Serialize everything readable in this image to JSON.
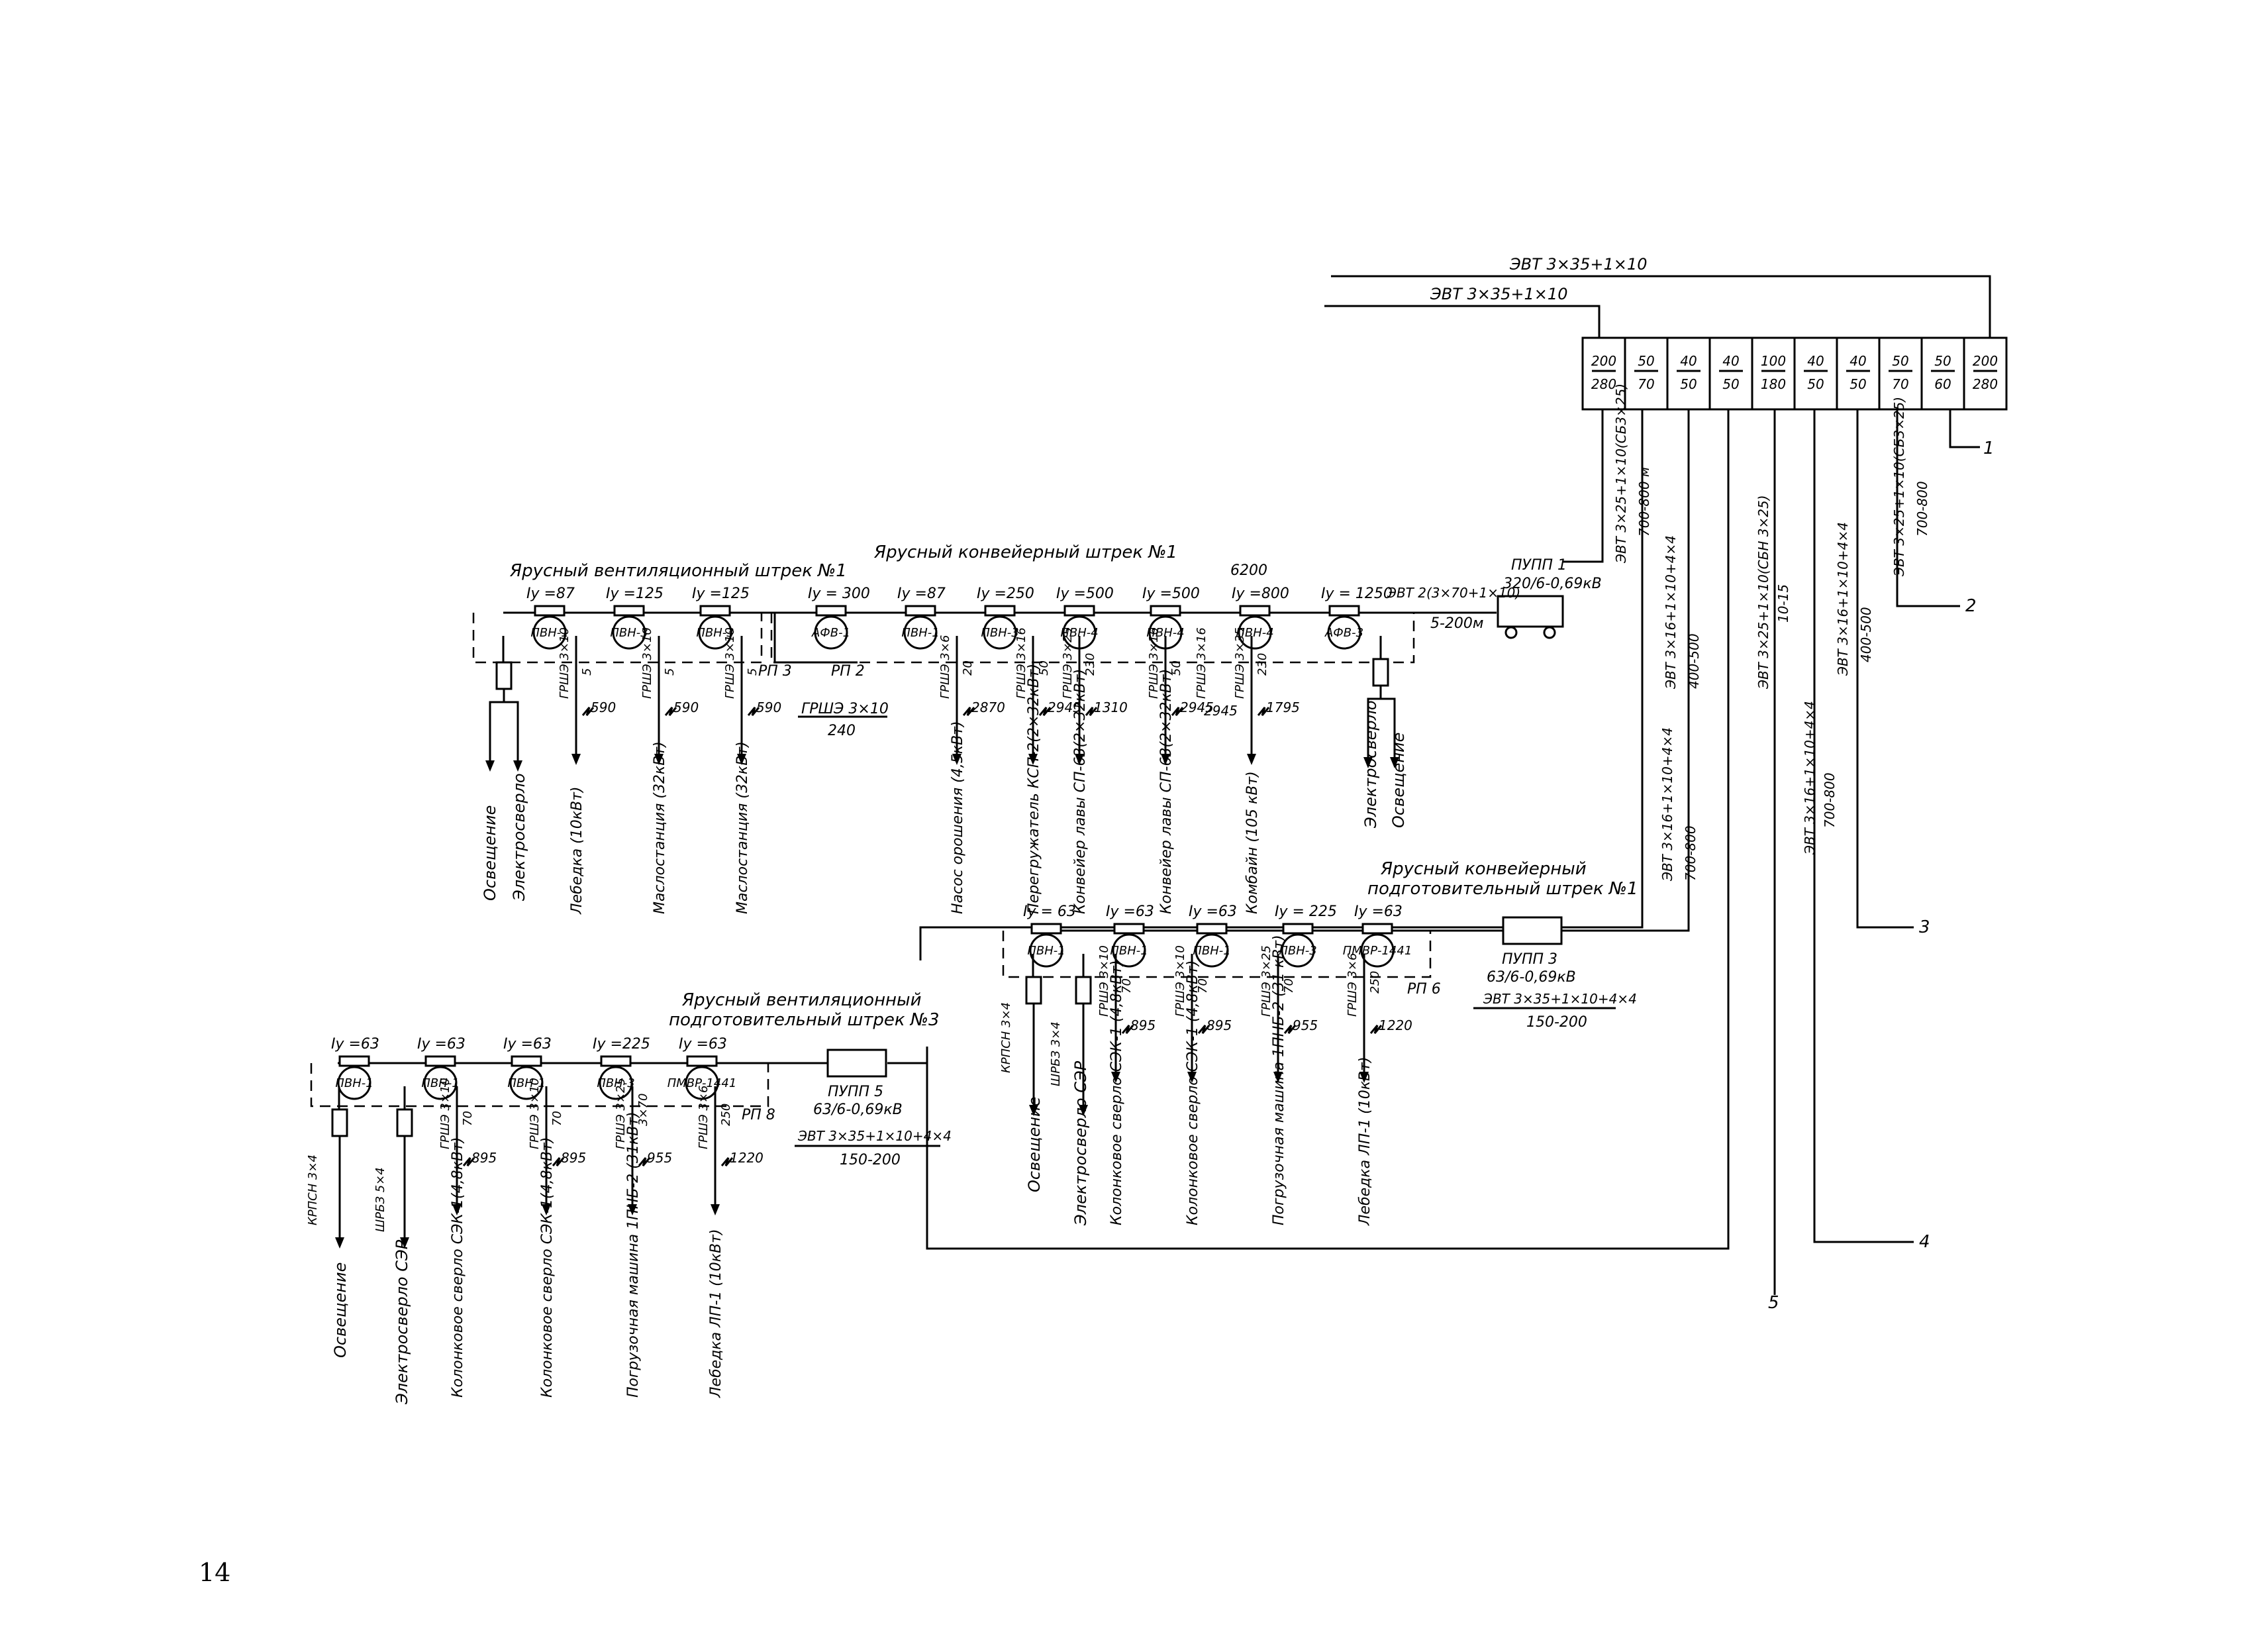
{
  "page_number": "14",
  "top_section": {
    "cable_top_1": "ЭВТ 3×35+1×10",
    "cable_top_2": "ЭВТ 3×35+1×10",
    "panel": [
      {
        "num": "200",
        "den": "280"
      },
      {
        "num": "50",
        "den": "70"
      },
      {
        "num": "40",
        "den": "50"
      },
      {
        "num": "40",
        "den": "50"
      },
      {
        "num": "100",
        "den": "180"
      },
      {
        "num": "40",
        "den": "50"
      },
      {
        "num": "40",
        "den": "50"
      },
      {
        "num": "50",
        "den": "70"
      },
      {
        "num": "50",
        "den": "60"
      },
      {
        "num": "200",
        "den": "280"
      }
    ],
    "riser_labels": [
      {
        "text": "ЭВТ 3×25+1×10(СБ3×25)"
      },
      {
        "text": "700-800 м"
      },
      {
        "text": "ЭВТ 3×16+1×10+4×4"
      },
      {
        "text": "400-500"
      },
      {
        "text": "ЭВТ 3×16+1×10+4×4"
      },
      {
        "text": "700-800"
      },
      {
        "text": "ЭВТ 3×25+1×10(СБН 3×25)"
      },
      {
        "text": "10-15"
      },
      {
        "text": "ЭВТ 3×16+1×10+4×4"
      },
      {
        "text": "700-800"
      },
      {
        "text": "ЭВТ 3×16+1×10+4×4"
      },
      {
        "text": "400-500"
      },
      {
        "text": "ЭВТ 3×25+1×10(СБ3×25)"
      },
      {
        "text": "700-800"
      }
    ],
    "outputs": [
      "1",
      "2",
      "3",
      "4",
      "5"
    ]
  },
  "section1": {
    "title_vent": "Ярусный вентиляционный штрек №1",
    "title_conv": "Ярусный конвейерный штрек №1",
    "distance": "6200",
    "pupp": {
      "name": "ПУПП 1",
      "rating": "320/6-0,69кВ",
      "cable": "ЭВТ 2(3×70+1×10)",
      "length": "5-200м"
    },
    "rp_labels": [
      "РП 3",
      "РП 2"
    ],
    "rp2_cable": "ГРШЭ 3×10",
    "rp2_length": "240",
    "units": [
      {
        "name": "ПВН-1",
        "iy": "Iу =87"
      },
      {
        "name": "ПВН-3",
        "iy": "Iу =125"
      },
      {
        "name": "ПВН-3",
        "iy": "Iу =125"
      },
      {
        "name": "АФВ-1",
        "iy": "Iу = 300"
      },
      {
        "name": "ПВН-1",
        "iy": "Iу =87"
      },
      {
        "name": "ПВН-3",
        "iy": "Iу =250"
      },
      {
        "name": "ПВН-4",
        "iy": "Iу =500"
      },
      {
        "name": "ПВН-4",
        "iy": "Iу =500"
      },
      {
        "name": "ПВН-4",
        "iy": "Iу =800"
      },
      {
        "name": "АФВ-3",
        "iy": "Iу = 1250"
      }
    ],
    "branches": [
      {
        "cable": "ГРШЭ 3×10",
        "length": "5",
        "current": "590",
        "load": "Лебедка (10кВт)"
      },
      {
        "cable": "ГРШЭ 3×10",
        "length": "5",
        "current": "590",
        "load": "Маслостанция (32кВт)"
      },
      {
        "cable": "ГРШЭ 3×10",
        "length": "5",
        "current": "590",
        "load": "Маслостанция (32кВт)"
      },
      {
        "cable": "ГРШЭ 3×6",
        "length": "20",
        "current": "2870",
        "load": "Насос орошения (4,5кВт)"
      },
      {
        "cable": "ГРШЭ 3×16",
        "length": "50",
        "current": "2945",
        "load": "Перегружатель КСП-2(2×32кВт)"
      },
      {
        "cable": "ГРШЭ 3×25",
        "length": "230",
        "current": "1310",
        "load": "Конвейер лавы СП-63(2×32кВт)"
      },
      {
        "cable": "ГРШЭ 3×16",
        "length": "50",
        "current": "2945",
        "load": "Конвейер лавы СП-63(2×32кВт)"
      },
      {
        "cable": "ГРШЭ 3×35",
        "length": "230",
        "current": "1795",
        "load": "Комбайн (105 кВт)"
      }
    ],
    "aux_loads": [
      "Освещение",
      "Электросверло",
      "Электросверло",
      "Освещение"
    ],
    "extra_cable_labels": [
      "ГРШЭ 3×16",
      "2945"
    ]
  },
  "section2": {
    "title_line1": "Ярусный конвейерный",
    "title_line2": "подготовительный штрек №1",
    "pupp": {
      "name": "ПУПП 3",
      "rating": "63/6-0,69кВ",
      "cable": "ЭВТ 3×35+1×10+4×4",
      "length": "150-200"
    },
    "rp_label": "РП 6",
    "units": [
      {
        "name": "ПВН-1",
        "iy": "Iу = 63"
      },
      {
        "name": "ПВН-1",
        "iy": "Iу =63"
      },
      {
        "name": "ПВН-1",
        "iy": "Iу =63"
      },
      {
        "name": "ПВН-3",
        "iy": "Iу = 225"
      },
      {
        "name": "ПМВР-1441",
        "iy": "Iу =63"
      }
    ],
    "aux_cables": [
      "КРПСН 3×4",
      "ШРБЗ 3×4"
    ],
    "branches": [
      {
        "cable": "ГРШЭ 3×10",
        "length": "70",
        "current": "895",
        "load": "Колонковое сверло СЭК-1 (4,8кВт)"
      },
      {
        "cable": "ГРШЭ 3×10",
        "length": "70",
        "current": "895",
        "load": "Колонковое сверло СЭК-1 (4,8кВт)"
      },
      {
        "cable": "ГРШЭ 3×25",
        "length": "70",
        "current": "955",
        "load": "Погрузочная машина 1ПНБ-2 (31 кВт)"
      },
      {
        "cable": "ГРШЭ 3×6",
        "length": "250",
        "current": "1220",
        "load": "Лебедка ЛП-1 (10кВт)"
      }
    ],
    "aux_loads": [
      "Освещение",
      "Электросверло СЭР"
    ]
  },
  "section3": {
    "title_line1": "Ярусный вентиляционный",
    "title_line2": "подготовительный штрек №3",
    "pupp": {
      "name": "ПУПП 5",
      "rating": "63/6-0,69кВ",
      "cable": "ЭВТ 3×35+1×10+4×4",
      "length": "150-200"
    },
    "rp_label": "РП 8",
    "units": [
      {
        "name": "ПВН-1",
        "iy": "Iу =63"
      },
      {
        "name": "ПВН-1",
        "iy": "Iу =63"
      },
      {
        "name": "ПВН-1",
        "iy": "Iу =63"
      },
      {
        "name": "ПВН-3",
        "iy": "Iу =225"
      },
      {
        "name": "ПМВР-1441",
        "iy": "Iу =63"
      }
    ],
    "aux_cables": [
      "КРПСН 3×4",
      "ШРБЗ 5×4"
    ],
    "branches": [
      {
        "cable": "ГРШЭ 3×10",
        "length": "70",
        "current": "895",
        "load": "Колонковое сверло СЭК-1(4,8кВт)"
      },
      {
        "cable": "ГРШЭ 3×10",
        "length": "70",
        "current": "895",
        "load": "Колонковое сверло СЭК-1(4,8кВт)"
      },
      {
        "cable": "ГРШЭ 3×25",
        "length": "3×70",
        "current": "955",
        "load": "Погрузочная машина 1ПНБ-2 (31кВт)"
      },
      {
        "cable": "ГРШЭ 3×6",
        "length": "250",
        "current": "1220",
        "load": "Лебедка ЛП-1 (10кВт)"
      }
    ],
    "aux_loads": [
      "Освещение",
      "Электросверло СЭР"
    ]
  }
}
